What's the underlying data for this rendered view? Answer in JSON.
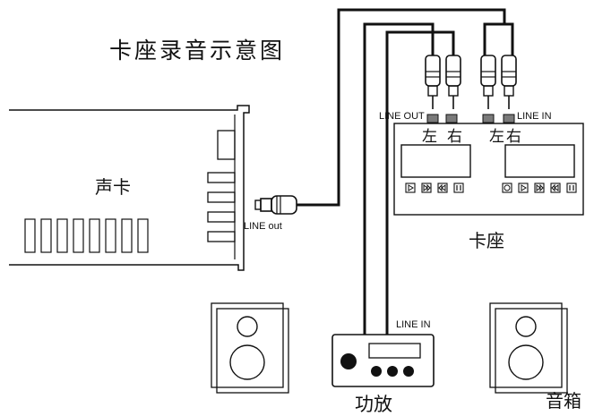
{
  "title": "卡座录音示意图",
  "components": {
    "sound_card": "声卡",
    "cassette_deck": "卡座",
    "amplifier": "功放",
    "speaker": "音箱"
  },
  "ports": {
    "card_line_out": "LINE out",
    "deck_line_out": "LINE OUT",
    "deck_line_in": "LINE IN",
    "amp_line_in": "LINE IN"
  },
  "channels": {
    "out_left": "左",
    "out_right": "右",
    "in_left": "左",
    "in_right": "右"
  },
  "colors": {
    "stroke": "#111111",
    "port_fill": "#7a7a7a",
    "background": "#ffffff"
  }
}
